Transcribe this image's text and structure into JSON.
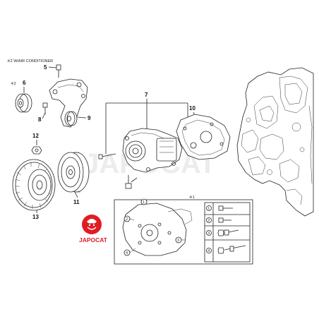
{
  "diagram": {
    "note_top": "※2 W/AIR CONDITIONER",
    "watermark": "JAPOCAT",
    "logo_text": "JAPOCAT",
    "callouts": {
      "c5": "5",
      "c6": "6",
      "c7": "7",
      "c8": "8",
      "c9": "9",
      "c10": "10",
      "c11": "11",
      "c12": "12",
      "c13": "13"
    },
    "marks": {
      "star2_left": "※2",
      "star1_inset": "※1"
    },
    "inset_rows": [
      "1",
      "2",
      "3",
      "4"
    ],
    "inset_circles": [
      "1",
      "2",
      "3",
      "4"
    ],
    "colors": {
      "line": "#222222",
      "logo": "#e01b24",
      "watermark": "#c9c9c9"
    }
  }
}
